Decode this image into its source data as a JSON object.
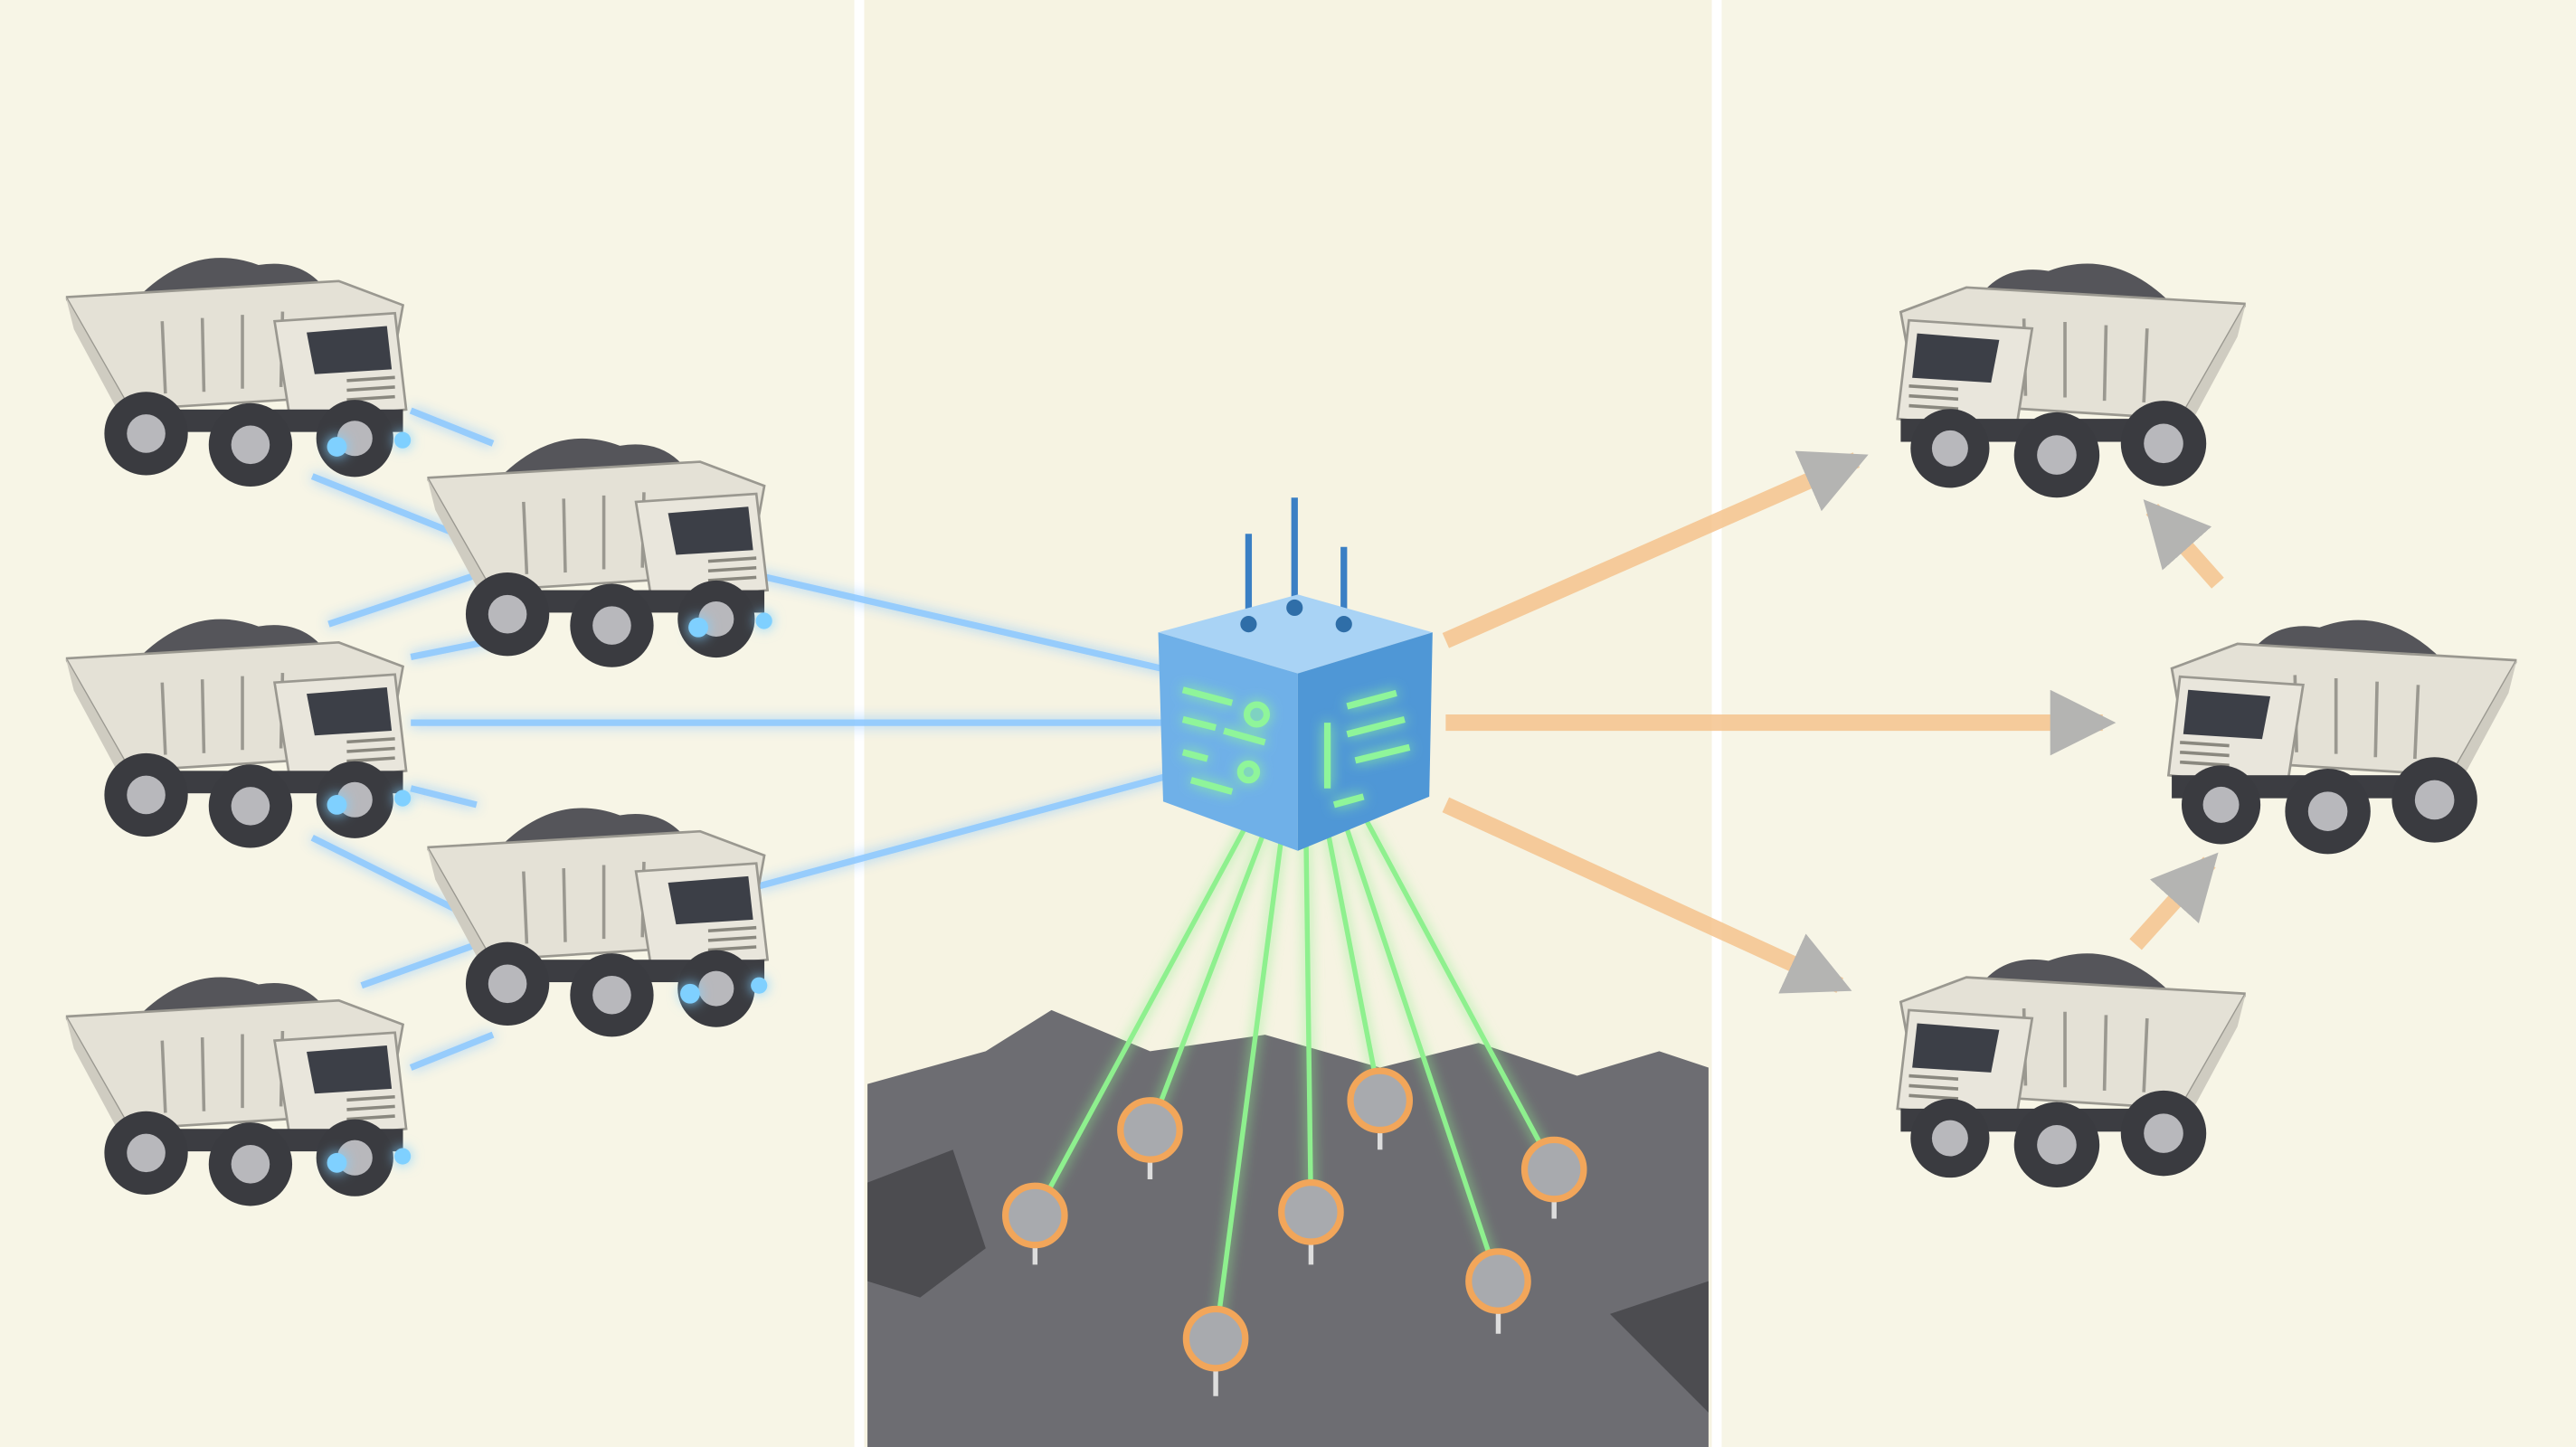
{
  "scene": {
    "panels": [
      "fleet",
      "hub",
      "dispatch"
    ],
    "left_trucks": 5,
    "right_trucks": 3,
    "sensors": 7
  },
  "colors": {
    "background": "#f7f5e6",
    "divider": "#ffffff",
    "blue_link": "#4aa3ff",
    "green_link": "#5fe36a",
    "orange_arrow": "#f5b878",
    "terrain": "#6d6d72",
    "cube": "#6fb0e8",
    "truck_body": "#e4e1d6",
    "load": "#55555a"
  },
  "icons": [
    "dump-truck-icon",
    "ai-hub-cube-icon",
    "ground-sensor-icon",
    "arrow-icon"
  ]
}
